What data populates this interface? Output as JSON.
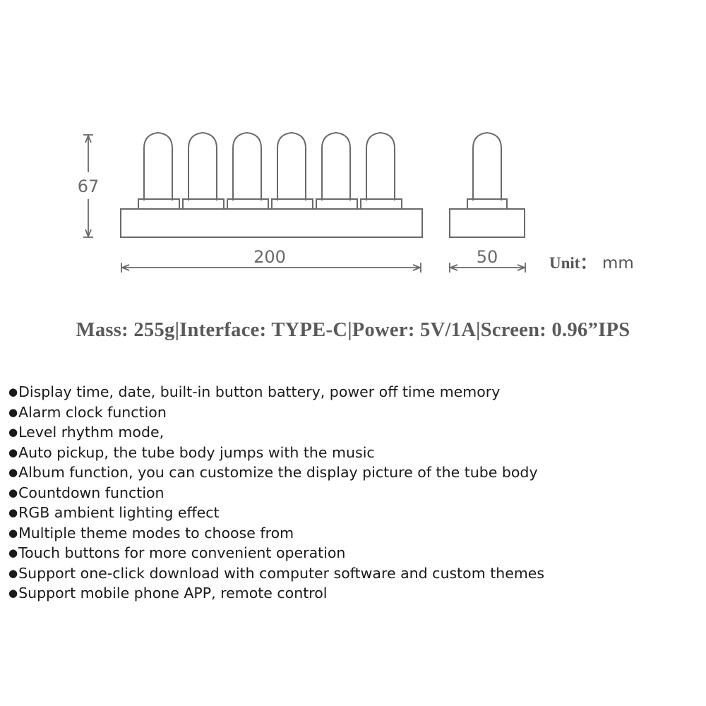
{
  "dimensions": {
    "height": "67",
    "width": "200",
    "depth": "50",
    "unit_label": "Unit：",
    "unit_value": "mm"
  },
  "specs": "Mass: 255g|Interface: TYPE-C|Power: 5V/1A|Screen: 0.96”IPS",
  "features": [
    "Display time, date, built-in button battery, power off time memory",
    "Alarm clock function",
    "Level rhythm mode,",
    "Auto pickup, the tube body jumps with the music",
    "Album function, you can customize the display picture of the tube body",
    "Countdown function",
    "RGB ambient lighting effect",
    "Multiple theme modes to choose from",
    "Touch buttons for more convenient operation",
    "Support one-click download with computer software and custom themes",
    "Support mobile phone APP, remote control"
  ],
  "colors": {
    "line": "#6a6a6a",
    "text_dark": "#1a1a1a",
    "spec_text": "#5a5a5a"
  }
}
